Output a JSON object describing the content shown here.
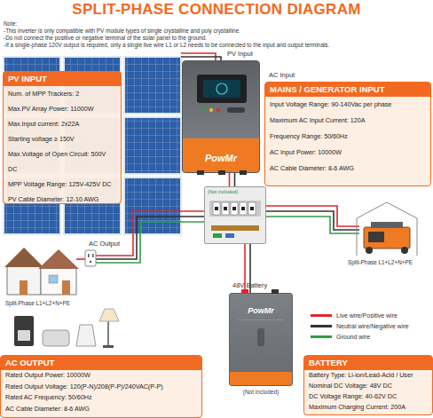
{
  "diagram": {
    "title": "SPLIT-PHASE CONNECTION DIAGRAM",
    "nodes": [
      {
        "text": [
          "PV INPUT",
          "Num. of MPP Trackers: 2",
          "Max.PV Array Power: 11000W",
          "Max.Input current: 2x22A",
          "Starting voltage ≥ 150V",
          "Max.Voltage of Open Circuit: 500V DC",
          "MPP Voltage Range: 125V-425V DC",
          "PV Cable Diameter: 12-10 AWG"
        ]
      },
      {
        "text": [
          "PowMr"
        ]
      },
      {
        "text": [
          "MAINS / GENERATOR INPUT",
          "Input Voltage Range: 90-140Vac per phase",
          "Maximum AC Input Current: 120A",
          "Frequency Range: 50/60Hz",
          "AC Input Power: 10000W",
          "AC Cable Diameter: 8-6 AWG"
        ]
      },
      {
        "text": [
          "(Not included)"
        ]
      },
      {
        "text": [
          "PowMr",
          "(Not included)"
        ]
      },
      {
        "text": [
          "AC OUTPUT",
          "Rated Output Power: 10000W",
          "Rated Output Voltage: 120(P-N)/208(P-P)/240VAC(P-P)",
          "Rated AC Frequency: 50/60Hz",
          "AC Cable Diameter: 8-6 AWG"
        ]
      },
      {
        "text": [
          "BATTERY",
          "Battery Type: Li-ion/Lead-Acid / User",
          "Nominal DC Voltage: 48V DC",
          "DC Voltage Range: 40-62V DC",
          "Maximum Charging Current: 200A"
        ]
      }
    ],
    "edges": [
      {
        "from": 3,
        "to": 1,
        "arrow": "none"
      },
      {
        "from": 4,
        "to": 3,
        "arrow": "none"
      }
    ],
    "labels": [
      "Note:",
      "-This inverter is only compatible with PV module types of single crystalline and poly crystalline.",
      "-Do not connect the positive or negative terminal of the solar panel to the ground.",
      "-If a single-phase 120V output is required, only a single live wire L1 or L2 needs to be connected to the input and output terminals.",
      "PV Input",
      "AC Input",
      "Split-Phase L1+L2+N+PE",
      "AC Output",
      "Split-Phase L1+L2+N+PE",
      "48V Battery"
    ],
    "legend": [
      {
        "text": "Live wire/Positive wire",
        "color": "#e3262b"
      },
      {
        "text": "Neutral wire/Negative wire",
        "color": "#333333"
      },
      {
        "text": "Ground wire",
        "color": "#2f9e44"
      }
    ]
  }
}
